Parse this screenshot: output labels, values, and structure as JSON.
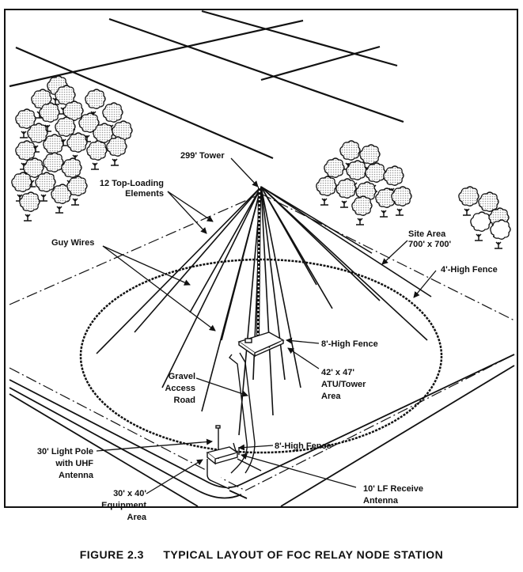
{
  "figure": {
    "number": "FIGURE 2.3",
    "title": "TYPICAL LAYOUT OF FOC RELAY NODE STATION"
  },
  "labels": {
    "tower": "299' Tower",
    "top_loading_1": "12 Top-Loading",
    "top_loading_2": "Elements",
    "guy_wires": "Guy Wires",
    "site_area_1": "Site Area",
    "site_area_2": "700' x 700'",
    "fence_4ft": "4'-High Fence",
    "fence_8ft_tower": "8'-High Fence",
    "atu_1": "42' x 47'",
    "atu_2": "ATU/Tower",
    "atu_3": "Area",
    "road_1": "Gravel",
    "road_2": "Access",
    "road_3": "Road",
    "pole_1": "30' Light Pole",
    "pole_2": "with UHF",
    "pole_3": "Antenna",
    "fence_8ft_equip": "8'-High Fence",
    "equip_1": "30' x 40'",
    "equip_2": "Equipment",
    "equip_3": "Area",
    "lf_1": "10' LF Receive",
    "lf_2": "Antenna"
  }
}
